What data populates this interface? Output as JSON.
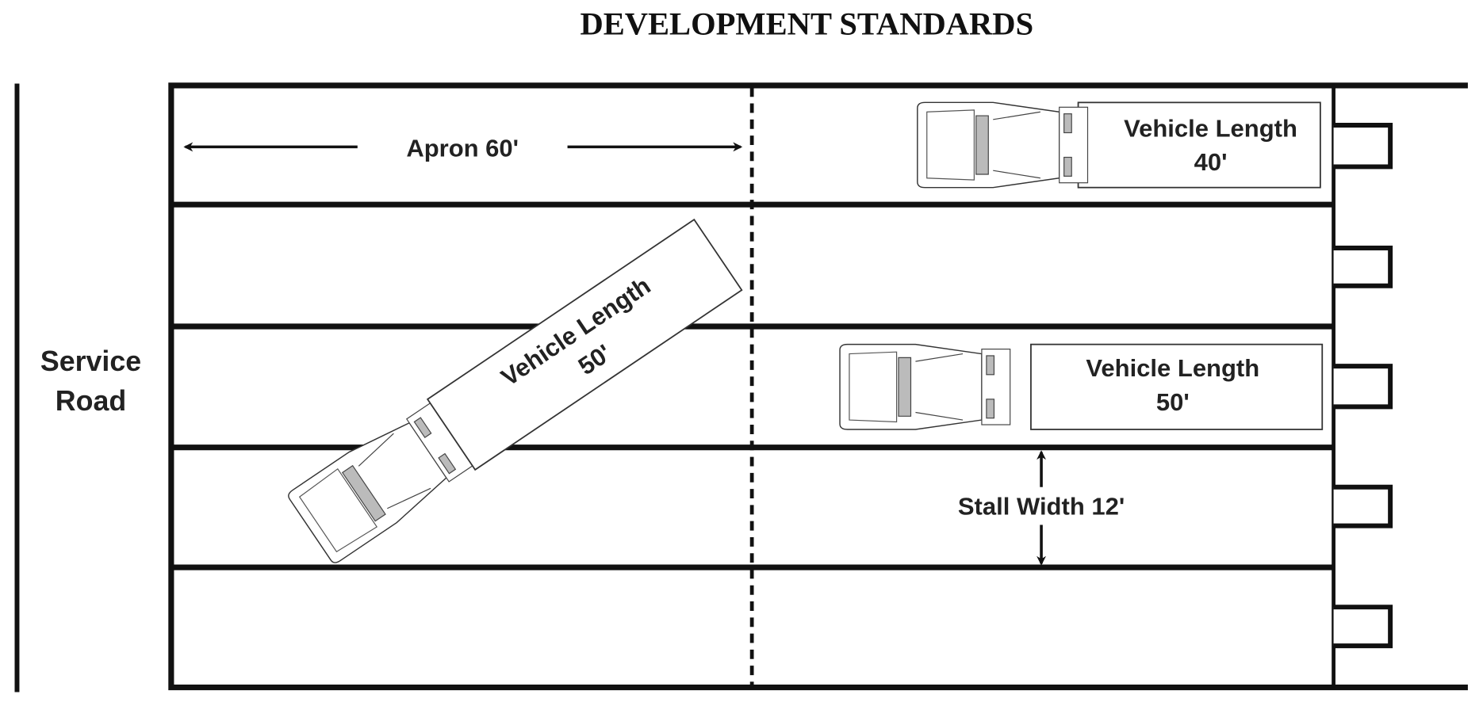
{
  "title": "DEVELOPMENT STANDARDS",
  "service_road": {
    "line1": "Service",
    "line2": "Road"
  },
  "apron": {
    "label": "Apron 60'"
  },
  "stall_width": {
    "label": "Stall Width 12'"
  },
  "vehicles": [
    {
      "line1": "Vehicle Length",
      "line2": "40'"
    },
    {
      "line1": "Vehicle Length",
      "line2": "50'"
    },
    {
      "line1": "Vehicle Length",
      "line2": "50'"
    }
  ]
}
